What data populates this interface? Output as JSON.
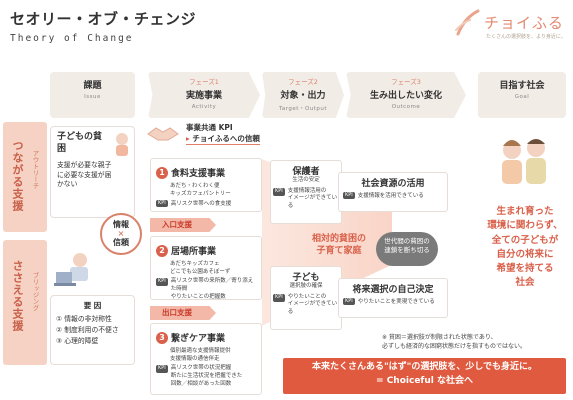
{
  "header": {
    "title": "セオリー・オブ・チェンジ",
    "subtitle": "Theory of Change",
    "logo_text": "チョイふる",
    "logo_tagline": "たくさんの選択肢を、より身近に。"
  },
  "columns": [
    {
      "phase": "",
      "title": "課題",
      "en": "Issue"
    },
    {
      "phase": "フェーズ1",
      "title": "実施事業",
      "en": "Activity"
    },
    {
      "phase": "フェーズ2",
      "title": "対象・出力",
      "en": "Target・Output"
    },
    {
      "phase": "フェーズ3",
      "title": "生み出したい変化",
      "en": "Outcome"
    },
    {
      "phase": "",
      "title": "目指す社会",
      "en": "Goal"
    }
  ],
  "bands": {
    "outreach": {
      "label": "つながる支援",
      "sub": "アウトリーチ"
    },
    "bridging": {
      "label": "ささえる支援",
      "sub": "ブリッジング"
    }
  },
  "issues": {
    "poverty_title": "子どもの貧困",
    "poverty_text": "支援が必要な親子に必要な支援が届かない",
    "key_circle": [
      "情報",
      "×",
      "信頼"
    ],
    "factors_title": "要 因",
    "factors": [
      "① 情報の非対称性",
      "② 制度利用の不便さ",
      "③ 心理的障壁"
    ]
  },
  "common_kpi": {
    "label": "事業共通 KPI",
    "value": "チョイふるへの信頼"
  },
  "activities": [
    {
      "num": "1",
      "title": "食料支援事業",
      "desc": "あだち・わくわく便\nキッズカフェパントリー",
      "kpi": "高リスク世帯への食支援"
    },
    {
      "num": "2",
      "title": "居場所事業",
      "desc": "あだちキッズカフェ\nどこでも公園あそぼーず",
      "kpi": "高リスク世帯の来所数／寄り添えた時間\nやりたいことの把握数"
    },
    {
      "num": "3",
      "title": "繋ぎケア事業",
      "desc": "個別最適な支援情報提供\n支援情報の通信伴走",
      "kpi": "高リスク世帯の状況把握\n断たに生活状況を把握できた\n回数／相談があった回数"
    }
  ],
  "bridges": [
    "入口支援",
    "出口支援"
  ],
  "targets": [
    {
      "title": "保護者",
      "sub": "生活の安定",
      "kpi": "支援情報活用の\nイメージができている"
    },
    {
      "title": "子ども",
      "sub": "選択肢の確保",
      "kpi": "やりたいことの\nイメージができている"
    }
  ],
  "relative_poverty": "相対的貧困の\n子育て家庭",
  "outcomes": [
    {
      "title": "社会資源の活用",
      "kpi": "支援情報を活用できている"
    },
    {
      "title": "将来選択の自己決定",
      "kpi": "やりたいことを実現できている"
    }
  ],
  "chain": "世代間の貧困の\n連鎖を断ち切る",
  "goal": "生まれ育った\n環境に関わらず、\n全ての子どもが\n自分の将来に\n希望を持てる\n社会",
  "footnote": "※ 貧困＝選択肢が制限された状態であり、\n必ずしも経済的な困窮状態だけを指すものではない。",
  "banner": "本来たくさんある\"はず\"の選択肢を、少しでも身近に。\n= Choiceful な社会へ",
  "colors": {
    "accent": "#d9604a",
    "band": "#f6d2c5",
    "header_bg": "#f2ece6",
    "banner": "#e05a3f"
  }
}
